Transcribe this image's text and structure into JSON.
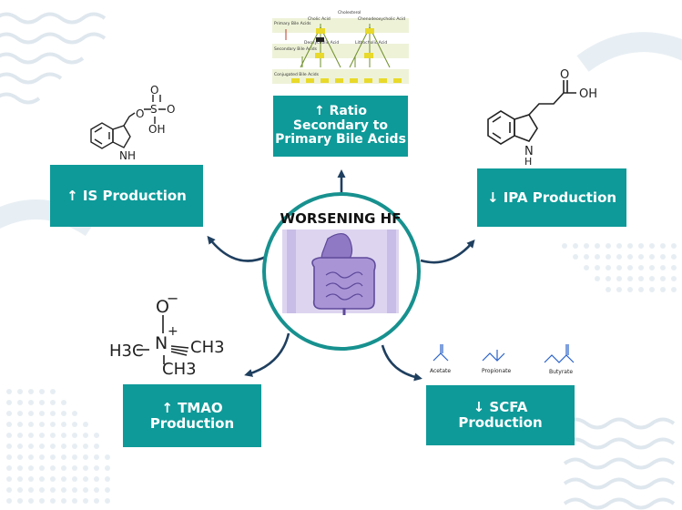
{
  "hub": {
    "title": "WORSENING HF"
  },
  "boxes": {
    "is": {
      "line1": "↑ IS Production"
    },
    "ratio": {
      "line1": "↑ Ratio",
      "line2": "Secondary to",
      "line3": "Primary Bile Acids"
    },
    "ipa": {
      "line1": "↓ IPA Production"
    },
    "tmao": {
      "line1": "↑ TMAO",
      "line2": "Production"
    },
    "scfa": {
      "line1": "↓ SCFA",
      "line2": "Production"
    }
  },
  "molecules": {
    "is": {
      "o1": "O",
      "o2": "O",
      "o3": "O",
      "s": "S",
      "oh": "OH",
      "nh": "NH"
    },
    "ipa": {
      "oh": "OH",
      "o": "O",
      "nh": "N",
      "h": "H"
    },
    "tmao": {
      "o": "O",
      "minus": "−",
      "plus": "+",
      "n": "N",
      "h3c": "H3C",
      "ch3a": "CH3",
      "ch3b": "CH3"
    },
    "scfa": {
      "acetate": "Acetate",
      "propionate": "Propionate",
      "butyrate": "Butyrate"
    }
  },
  "bile_figure": {
    "primary": "Primary Bile Acids",
    "secondary": "Secondary Bile Acids",
    "conjugated": "Conjugated Bile Acids",
    "cholesterol": "Cholesterol",
    "cholic": "Cholic Acid",
    "cdca": "Chenodeoxycholic Acid",
    "dca": "Deoxycholic Acid",
    "lca": "Lithocholic Acid"
  },
  "colors": {
    "teal_box": "#0e9a99",
    "hub_ring": "#17918f",
    "arrow": "#1f3f5f",
    "gut_purple": "#8f78c4"
  }
}
